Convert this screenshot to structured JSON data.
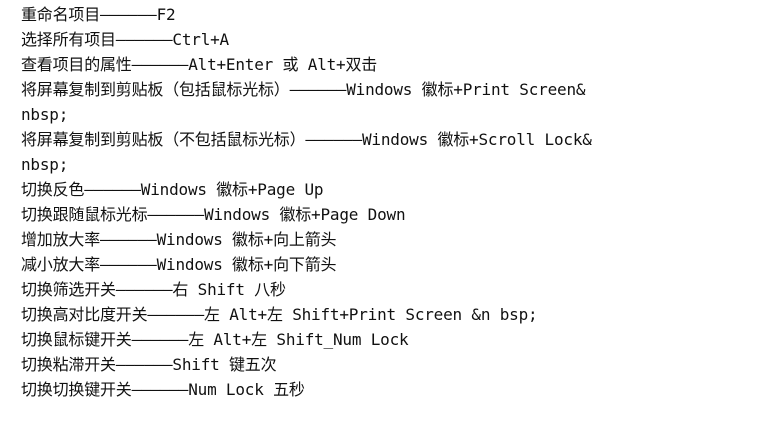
{
  "lines": [
    "重命名项目——————F2",
    "选择所有项目——————Ctrl+A",
    "查看项目的属性——————Alt+Enter 或 Alt+双击",
    "将屏幕复制到剪贴板（包括鼠标光标）——————Windows 徽标+Print Screen&",
    "nbsp;",
    "将屏幕复制到剪贴板（不包括鼠标光标）——————Windows 徽标+Scroll Lock&",
    "nbsp;",
    "切换反色——————Windows 徽标+Page Up",
    "切换跟随鼠标光标——————Windows 徽标+Page Down",
    "增加放大率——————Windows 徽标+向上箭头",
    "减小放大率——————Windows 徽标+向下箭头",
    "切换筛选开关——————右 Shift 八秒",
    "切换高对比度开关——————左 Alt+左 Shift+Print Screen &n bsp;",
    "切换鼠标键开关——————左 Alt+左 Shift_Num Lock",
    "切换粘滞开关——————Shift 键五次",
    "切换切换键开关——————Num Lock 五秒"
  ]
}
